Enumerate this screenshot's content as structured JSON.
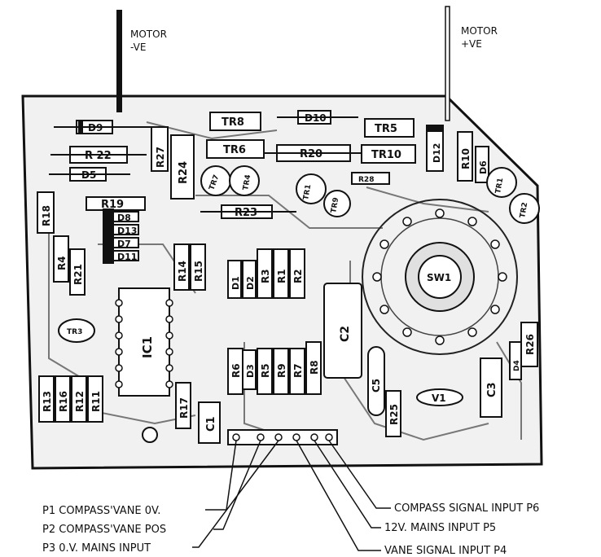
{
  "leads": {
    "motor_neg": [
      "MOTOR",
      "-VE"
    ],
    "motor_pos": [
      "MOTOR",
      "+VE"
    ]
  },
  "components": {
    "D9": "D9",
    "R22": "R 22",
    "D5": "D5",
    "R27": "R27",
    "R24": "R24",
    "TR8": "TR8",
    "TR6": "TR6",
    "TR7": "TR7",
    "TR4": "TR4",
    "D10": "D10",
    "R20": "R20",
    "TR5": "TR5",
    "TR10": "TR10",
    "R28": "R28",
    "TR1L": "TR1",
    "TR9": "TR9",
    "D12": "D12",
    "R10": "R10",
    "D6": "D6",
    "TR1R": "TR1",
    "TR2": "TR2",
    "R18": "R18",
    "R19": "R19",
    "D8": "D8",
    "D13": "D13",
    "D7": "D7",
    "D11": "D11",
    "R4": "R4",
    "R21": "R21",
    "R23": "R23",
    "R14": "R14",
    "R15": "R15",
    "D1": "D1",
    "D2": "D2",
    "R3": "R3",
    "R1": "R1",
    "R2": "R2",
    "C2": "C2",
    "SW1": "SW1",
    "TR3": "TR3",
    "IC1": "IC1",
    "R13": "R13",
    "R16": "R16",
    "R12": "R12",
    "R11": "R11",
    "R6": "R6",
    "D3": "D3",
    "R5": "R5",
    "R9": "R9",
    "R7": "R7",
    "R8": "R8",
    "R17": "R17",
    "C1": "C1",
    "C5": "C5",
    "R25": "R25",
    "V1": "V1",
    "C3": "C3",
    "D4": "D4",
    "R26": "R26"
  },
  "pins": {
    "p1": "P1 COMPASS'VANE 0V.",
    "p2": "P2 COMPASS'VANE POS",
    "p3": "P3 0.V. MAINS INPUT",
    "p6": "COMPASS SIGNAL INPUT P6",
    "p5": "12V. MAINS INPUT P5",
    "p4": "VANE SIGNAL INPUT P4"
  }
}
